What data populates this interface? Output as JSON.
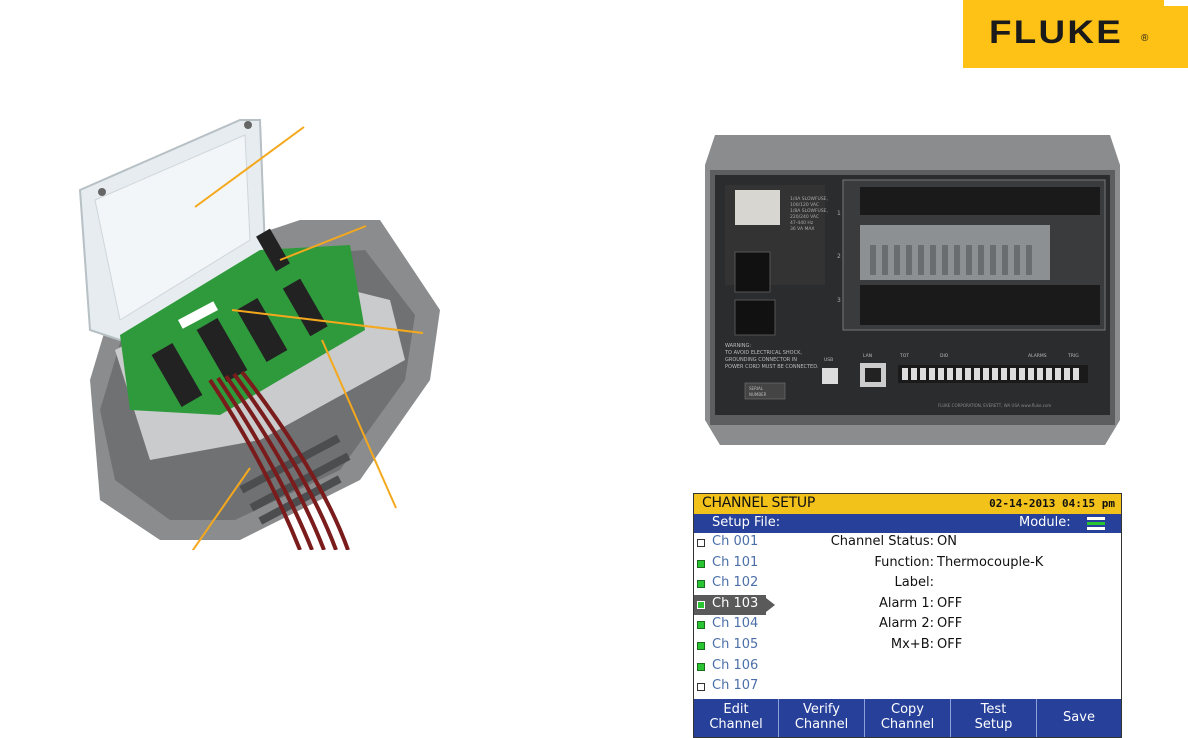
{
  "logo": {
    "text": "FLUKE",
    "reg": "®"
  },
  "screen": {
    "title": "CHANNEL SETUP",
    "datetime": "02-14-2013 04:15 pm",
    "setup_file_label": "Setup File:",
    "module_label": "Module:",
    "channels": [
      {
        "label": "Ch 001",
        "active": false,
        "selected": false
      },
      {
        "label": "Ch 101",
        "active": true,
        "selected": false
      },
      {
        "label": "Ch 102",
        "active": true,
        "selected": false
      },
      {
        "label": "Ch 103",
        "active": true,
        "selected": true
      },
      {
        "label": "Ch 104",
        "active": true,
        "selected": false
      },
      {
        "label": "Ch 105",
        "active": true,
        "selected": false
      },
      {
        "label": "Ch 106",
        "active": true,
        "selected": false
      },
      {
        "label": "Ch 107",
        "active": false,
        "selected": false
      }
    ],
    "fields": [
      {
        "key": "Channel Status:",
        "value": "ON"
      },
      {
        "key": "Function:",
        "value": "Thermocouple-K"
      },
      {
        "key": "Label:",
        "value": ""
      },
      {
        "key": "Alarm 1:",
        "value": "OFF"
      },
      {
        "key": "Alarm 2:",
        "value": "OFF"
      },
      {
        "key": "Mx+B:",
        "value": "OFF"
      }
    ],
    "softkeys": [
      {
        "line1": "Edit",
        "line2": "Channel"
      },
      {
        "line1": "Verify",
        "line2": "Channel"
      },
      {
        "line1": "Copy",
        "line2": "Channel"
      },
      {
        "line1": "Test",
        "line2": "Setup"
      },
      {
        "line1": "Save",
        "line2": ""
      }
    ]
  },
  "rear_panel": {
    "slot_numbers": [
      "1",
      "2",
      "3"
    ],
    "port_labels": [
      "USB",
      "LAN",
      "TOT",
      "DIO",
      "ALARMS",
      "TRIG"
    ],
    "fuse_text": [
      "1/4A SLOWFUSE,",
      "100/120 VAC",
      "1/8A SLOWFUSE,",
      "220/240 VAC",
      "47-440 Hz",
      "36 VA MAX"
    ],
    "warning_text": [
      "WARNING:",
      "TO AVOID ELECTRICAL SHOCK,",
      "GROUNDING CONNECTOR IN",
      "POWER CORD MUST BE CONNECTED."
    ],
    "serial_text": [
      "SERIAL",
      "NUMBER"
    ],
    "footer_text": "FLUKE CORPORATION, EVERETT, WA USA  www.fluke.com"
  },
  "colors": {
    "logo_yellow": "#fdc215",
    "title_yellow": "#f2c21b",
    "nav_blue": "#27409a",
    "active_green": "#29c431",
    "pcb_green": "#2f9a3b",
    "leader_orange": "#f4a81d"
  }
}
